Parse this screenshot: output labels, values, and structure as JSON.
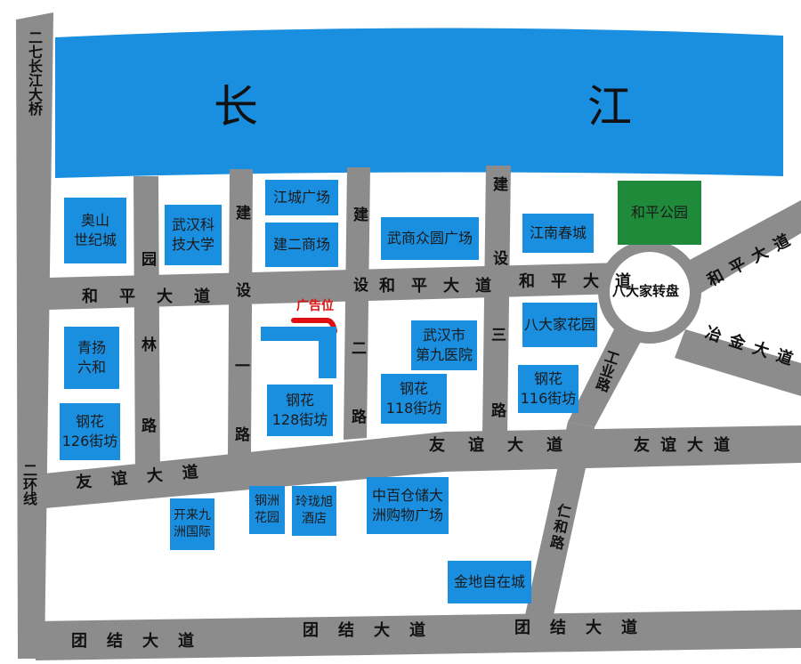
{
  "river": {
    "left_char": "长",
    "right_char": "江"
  },
  "roads": {
    "bridge": "二七长江大桥",
    "second_ring": "二环线",
    "heping_w": "和平大道",
    "heping_mid": "和平大道",
    "heping_e": "和平大道",
    "heping_ne": "和平大道",
    "yejin": "冶金大道",
    "youyi_w": "友谊大道",
    "youyi_mid": "友谊大道",
    "youyi_e": "友谊大道",
    "tuanjie_1": "团结大道",
    "tuanjie_2": "团结大道",
    "tuanjie_3": "团结大道",
    "yuanlin_top": "园",
    "yuanlin_bot": "林路",
    "jianshe1_top": "建设",
    "jianshe1_bot": "一路",
    "jianshe2_top": "建设",
    "jianshe2_bot": "二路",
    "jianshe3_top": "建设",
    "jianshe3_bot": "三路",
    "gongye": "工业路",
    "renhe": "仁和路"
  },
  "roundabout": "八大家转盘",
  "ad_label": "广告位",
  "blocks": {
    "aoshan": "奥山\n世纪城",
    "whust": "武汉科\n技大学",
    "jiangcheng": "江城广场",
    "jianer": "建二商场",
    "wushang": "武商众圆广场",
    "jiangnan": "江南春城",
    "park": "和平公园",
    "qingyang": "青扬\n六和",
    "badajia": "八大家花园",
    "hospital": "武汉市\n第九医院",
    "gh126": "钢花\n126街坊",
    "gh128": "钢花\n128街坊",
    "gh118": "钢花\n118街坊",
    "gh116": "钢花\n116街坊",
    "kailai": "开来九\n洲国际",
    "gangzhou": "钢洲\n花园",
    "jinlong": "玲珑旭\n酒店",
    "zhongbai": "中百仓储大\n洲购物广场",
    "jindi": "金地自在城"
  },
  "colors": {
    "river": "#1a8fe0",
    "road": "#8c8c8c",
    "block": "#1a8fe0",
    "park": "#1f8b3a",
    "ad": "#e01010"
  }
}
